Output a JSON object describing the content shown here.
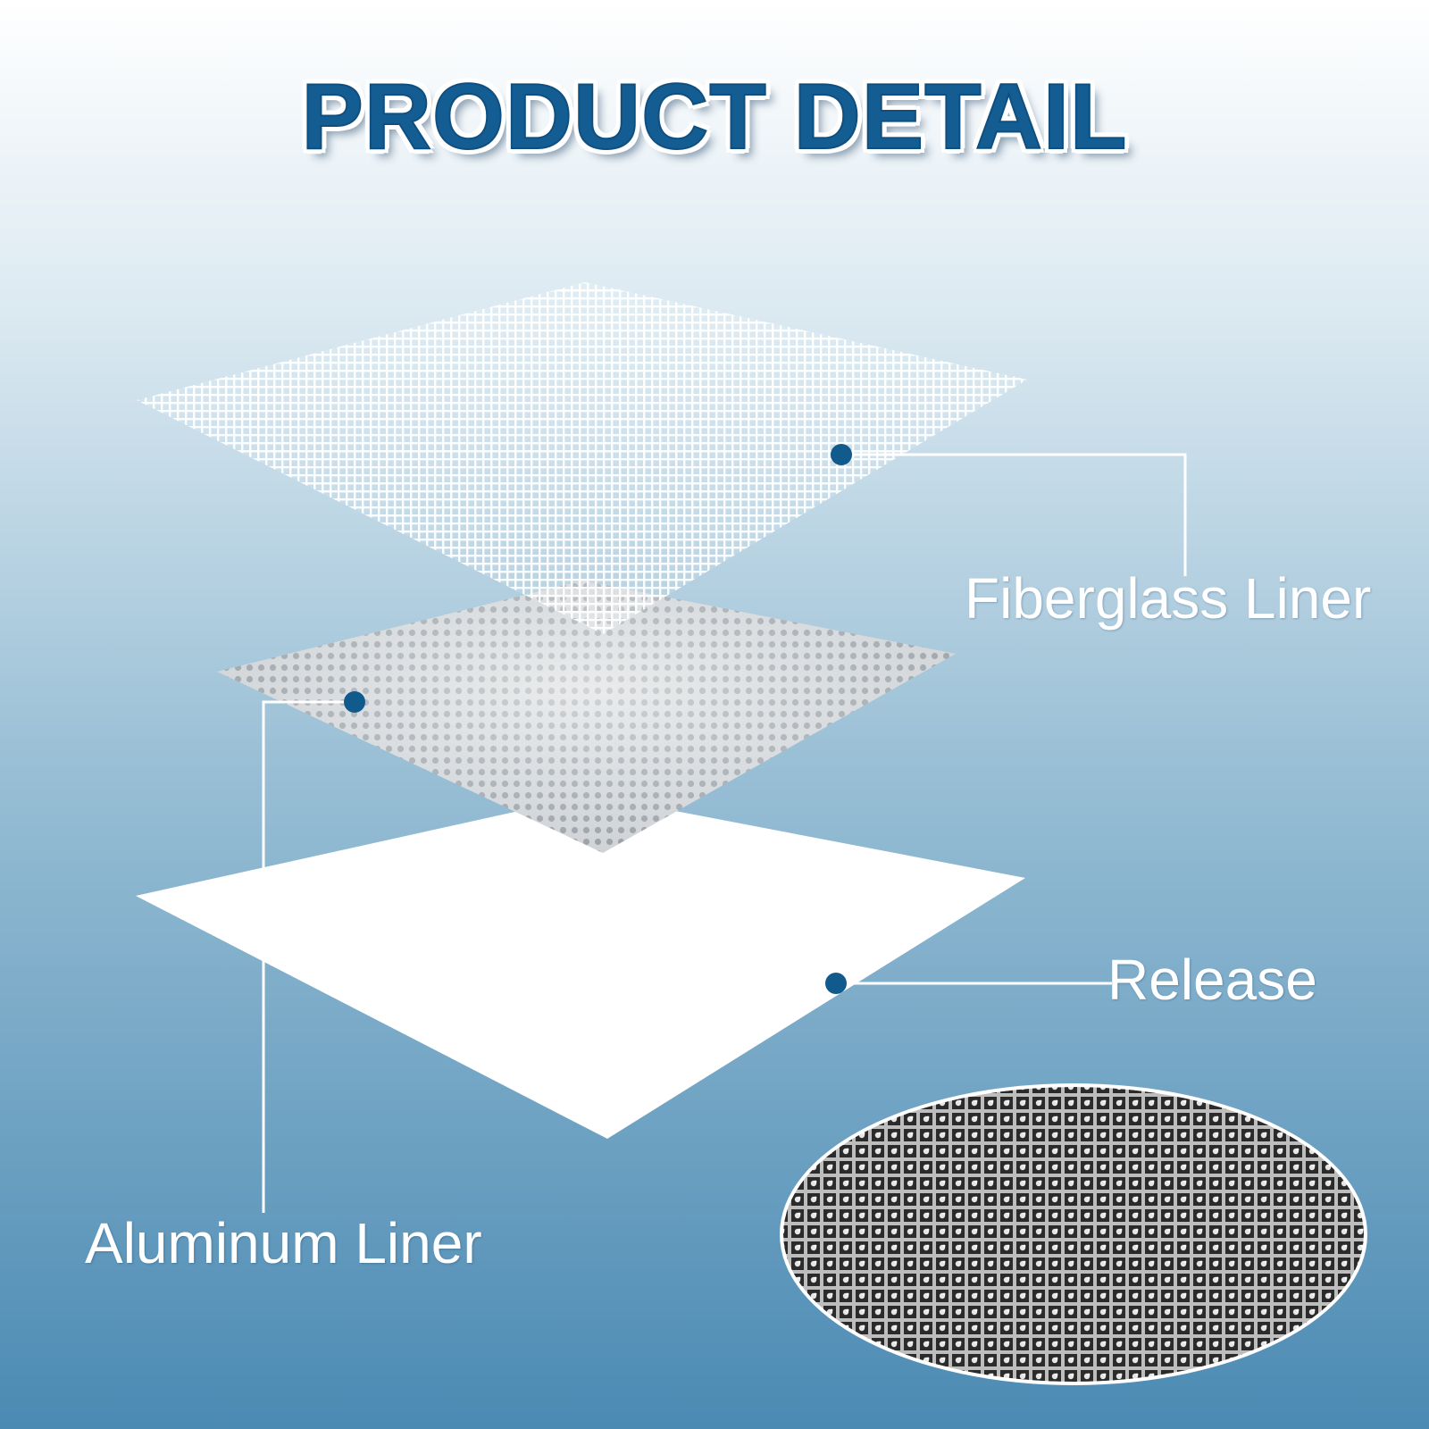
{
  "title": "PRODUCT DETAIL",
  "labels": {
    "fiberglass": "Fiberglass Liner",
    "release": "Release",
    "aluminum": "Aluminum Liner"
  },
  "colors": {
    "background_top": "#ffffff",
    "background_bottom": "#4b8ab3",
    "title": "#145d92",
    "marker": "#105a8c",
    "label_text": "#ffffff",
    "callout_line": "#ffffff"
  }
}
